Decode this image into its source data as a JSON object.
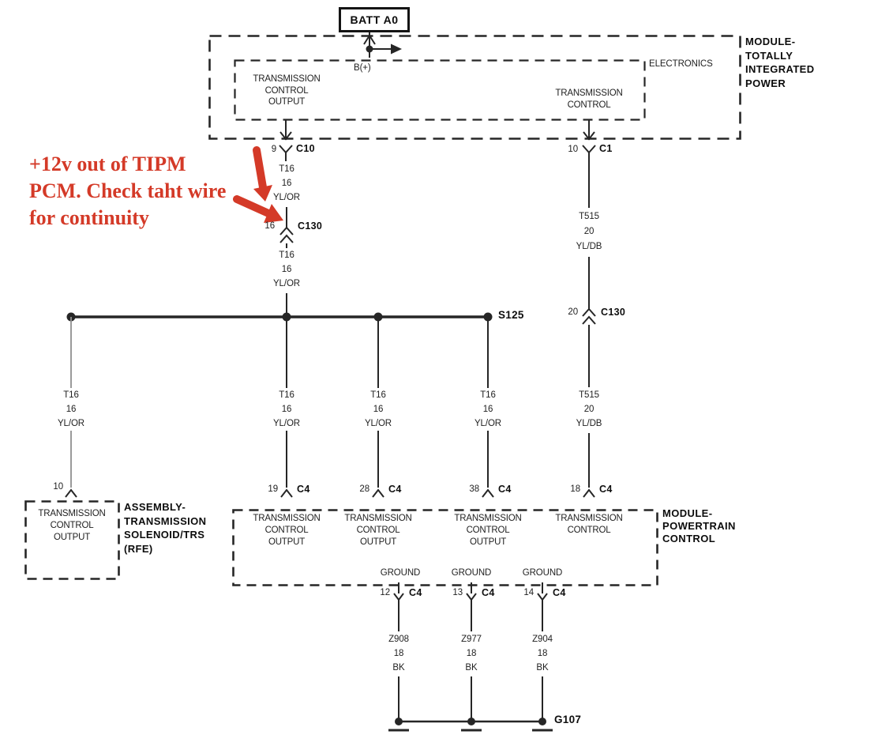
{
  "colors": {
    "diagram_line": "#262626",
    "annotation_red": "#d43a28",
    "background": "#ffffff"
  },
  "annotation": {
    "lines": [
      "+12v out of TIPM",
      "PCM. Check taht wire",
      "for continuity"
    ]
  },
  "battery": {
    "label": "BATT A0",
    "terminal": "B(+)"
  },
  "tipm": {
    "module_name": [
      "MODULE-",
      "TOTALLY",
      "INTEGRATED",
      "POWER"
    ],
    "electronics_label": "ELECTRONICS",
    "output_block": [
      "TRANSMISSION",
      "CONTROL",
      "OUTPUT"
    ],
    "control_block": [
      "TRANSMISSION",
      "CONTROL"
    ]
  },
  "trs": {
    "module_name": [
      "ASSEMBLY-",
      "TRANSMISSION",
      "SOLENOID/TRS",
      "(RFE)"
    ],
    "block": [
      "TRANSMISSION",
      "CONTROL",
      "OUTPUT"
    ],
    "pin": {
      "num": "10"
    }
  },
  "pcm": {
    "module_name": [
      "MODULE-",
      "POWERTRAIN",
      "CONTROL"
    ],
    "blocks": [
      [
        "TRANSMISSION",
        "CONTROL",
        "OUTPUT"
      ],
      [
        "TRANSMISSION",
        "CONTROL",
        "OUTPUT"
      ],
      [
        "TRANSMISSION",
        "CONTROL",
        "OUTPUT"
      ],
      [
        "TRANSMISSION",
        "CONTROL"
      ]
    ],
    "ground_labels": [
      "GROUND",
      "GROUND",
      "GROUND"
    ],
    "pins_top": [
      {
        "num": "19",
        "name": "C4"
      },
      {
        "num": "28",
        "name": "C4"
      },
      {
        "num": "38",
        "name": "C4"
      },
      {
        "num": "18",
        "name": "C4"
      }
    ],
    "pins_ground": [
      {
        "num": "12",
        "name": "C4"
      },
      {
        "num": "13",
        "name": "C4"
      },
      {
        "num": "14",
        "name": "C4"
      }
    ]
  },
  "connectors": {
    "c10": {
      "num": "9",
      "name": "C10"
    },
    "c1": {
      "num": "10",
      "name": "C1"
    },
    "c130_left": {
      "num": "16",
      "name": "C130"
    },
    "c130_right": {
      "num": "20",
      "name": "C130"
    }
  },
  "splice": {
    "name": "S125"
  },
  "ground_point": {
    "name": "G107"
  },
  "wires": {
    "c10_down": [
      "T16",
      "16",
      "YL/OR"
    ],
    "c130_left_down": [
      "T16",
      "16",
      "YL/OR"
    ],
    "c1_down": [
      "T515",
      "20",
      "YL/DB"
    ],
    "branch_1": [
      "T16",
      "16",
      "YL/OR"
    ],
    "branch_2": [
      "T16",
      "16",
      "YL/OR"
    ],
    "branch_3": [
      "T16",
      "16",
      "YL/OR"
    ],
    "branch_4": [
      "T16",
      "16",
      "YL/OR"
    ],
    "right_down": [
      "T515",
      "20",
      "YL/DB"
    ],
    "ground_1": [
      "Z908",
      "18",
      "BK"
    ],
    "ground_2": [
      "Z977",
      "18",
      "BK"
    ],
    "ground_3": [
      "Z904",
      "18",
      "BK"
    ]
  }
}
